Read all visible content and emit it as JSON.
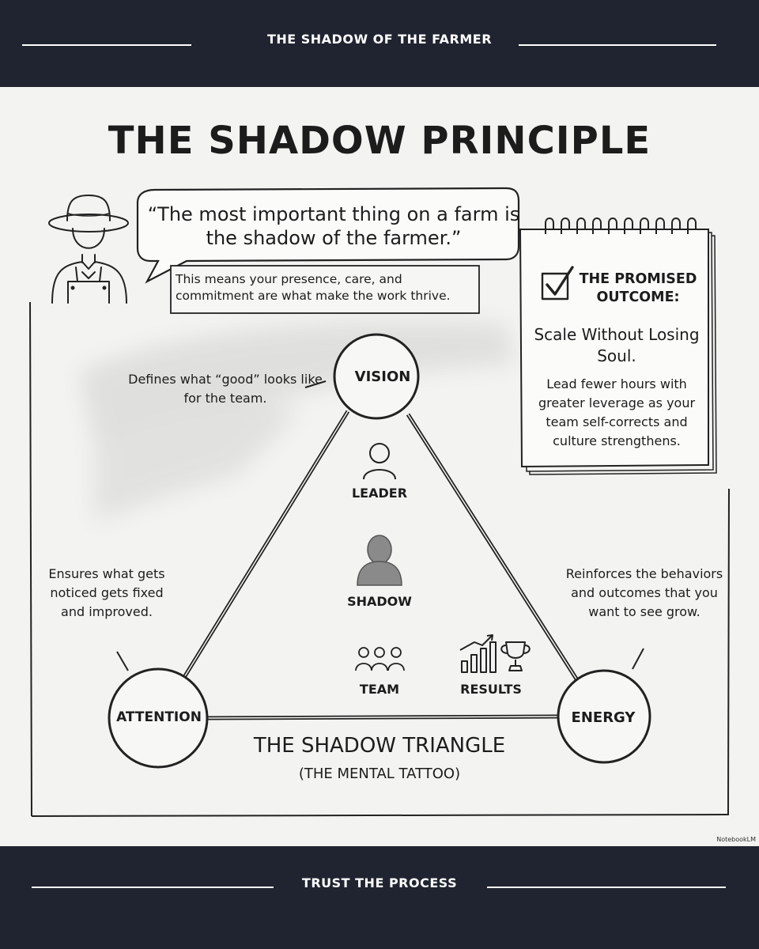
{
  "header": {
    "title": "THE SHADOW OF THE FARMER"
  },
  "footer": {
    "title": "TRUST THE PROCESS"
  },
  "main_title": "THE SHADOW PRINCIPLE",
  "quote": {
    "text": "“The most important thing on a farm is the shadow of the farmer.”",
    "note": "This means your presence, care, and commitment are what make the work thrive."
  },
  "outcome": {
    "heading": "THE PROMISED OUTCOME:",
    "main": "Scale Without Losing Soul.",
    "detail": "Lead fewer hours with greater leverage as your team self-corrects and culture strengthens."
  },
  "nodes": {
    "vision": "VISION",
    "attention": "ATTENTION",
    "energy": "ENERGY"
  },
  "notes": {
    "vision": "Defines what “good” looks like for the team.",
    "attention": "Ensures what gets noticed gets fixed and improved.",
    "energy": "Reinforces the behaviors and outcomes that you want to see grow."
  },
  "inner": {
    "leader": "LEADER",
    "shadow": "SHADOW",
    "team": "TEAM",
    "results": "RESULTS"
  },
  "triangle": {
    "title": "THE SHADOW TRIANGLE",
    "subtitle": "(THE MENTAL TATTOO)"
  },
  "credit": "NotebookLM",
  "colors": {
    "band": "#1f2430",
    "paper": "#f3f3f1",
    "ink": "#1c1c1c"
  },
  "icons": [
    "farmer-icon",
    "checkbox-check-icon",
    "leader-icon",
    "shadow-person-icon",
    "team-icon",
    "results-chart-trophy-icon",
    "notebook-spiral-icon"
  ]
}
